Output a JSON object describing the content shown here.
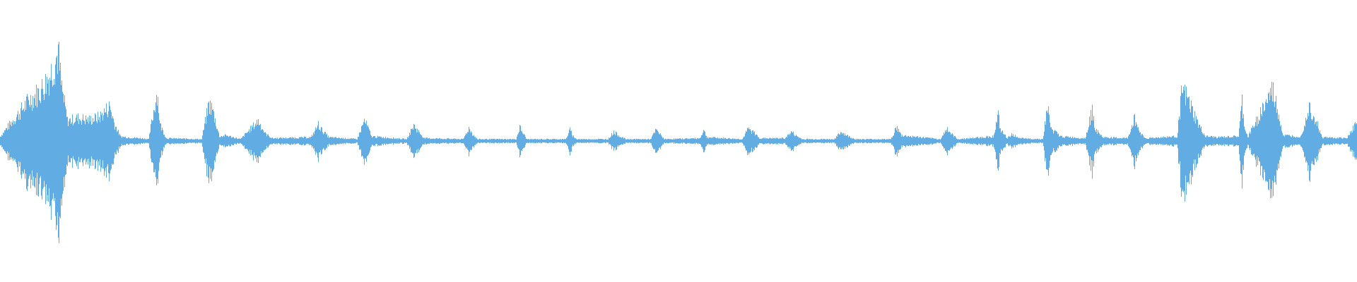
{
  "waveform": {
    "color": "#62ace4",
    "background": "#ffffff",
    "envelope": [
      [
        0,
        0.05
      ],
      [
        10,
        0.15
      ],
      [
        20,
        0.24
      ],
      [
        30,
        0.34
      ],
      [
        40,
        0.44
      ],
      [
        50,
        0.5
      ],
      [
        60,
        0.58
      ],
      [
        70,
        0.72
      ],
      [
        78,
        0.88
      ],
      [
        82,
        0.98
      ],
      [
        86,
        0.62
      ],
      [
        95,
        0.22
      ],
      [
        110,
        0.25
      ],
      [
        125,
        0.23
      ],
      [
        140,
        0.26
      ],
      [
        155,
        0.38
      ],
      [
        162,
        0.18
      ],
      [
        170,
        0.05
      ],
      [
        180,
        0.04
      ],
      [
        200,
        0.03
      ],
      [
        210,
        0.02
      ],
      [
        222,
        0.55
      ],
      [
        226,
        0.18
      ],
      [
        235,
        0.03
      ],
      [
        285,
        0.02
      ],
      [
        295,
        0.4
      ],
      [
        300,
        0.35
      ],
      [
        310,
        0.05
      ],
      [
        320,
        0.06
      ],
      [
        340,
        0.02
      ],
      [
        360,
        0.18
      ],
      [
        365,
        0.22
      ],
      [
        375,
        0.08
      ],
      [
        385,
        0.03
      ],
      [
        440,
        0.04
      ],
      [
        450,
        0.18
      ],
      [
        455,
        0.12
      ],
      [
        465,
        0.04
      ],
      [
        505,
        0.02
      ],
      [
        515,
        0.22
      ],
      [
        520,
        0.15
      ],
      [
        525,
        0.05
      ],
      [
        575,
        0.02
      ],
      [
        585,
        0.17
      ],
      [
        590,
        0.12
      ],
      [
        600,
        0.03
      ],
      [
        655,
        0.02
      ],
      [
        663,
        0.14
      ],
      [
        668,
        0.08
      ],
      [
        675,
        0.02
      ],
      [
        730,
        0.02
      ],
      [
        735,
        0.15
      ],
      [
        740,
        0.08
      ],
      [
        745,
        0.02
      ],
      [
        800,
        0.02
      ],
      [
        806,
        0.12
      ],
      [
        810,
        0.06
      ],
      [
        815,
        0.02
      ],
      [
        860,
        0.02
      ],
      [
        868,
        0.1
      ],
      [
        875,
        0.06
      ],
      [
        885,
        0.02
      ],
      [
        920,
        0.02
      ],
      [
        928,
        0.12
      ],
      [
        935,
        0.06
      ],
      [
        940,
        0.02
      ],
      [
        990,
        0.03
      ],
      [
        995,
        0.12
      ],
      [
        1000,
        0.04
      ],
      [
        1050,
        0.02
      ],
      [
        1058,
        0.13
      ],
      [
        1065,
        0.1
      ],
      [
        1075,
        0.03
      ],
      [
        1110,
        0.03
      ],
      [
        1120,
        0.1
      ],
      [
        1125,
        0.06
      ],
      [
        1135,
        0.02
      ],
      [
        1180,
        0.02
      ],
      [
        1190,
        0.1
      ],
      [
        1200,
        0.05
      ],
      [
        1210,
        0.02
      ],
      [
        1260,
        0.02
      ],
      [
        1268,
        0.15
      ],
      [
        1275,
        0.06
      ],
      [
        1330,
        0.02
      ],
      [
        1340,
        0.14
      ],
      [
        1345,
        0.08
      ],
      [
        1355,
        0.02
      ],
      [
        1405,
        0.05
      ],
      [
        1412,
        0.28
      ],
      [
        1415,
        0.12
      ],
      [
        1425,
        0.03
      ],
      [
        1432,
        0.08
      ],
      [
        1440,
        0.03
      ],
      [
        1475,
        0.02
      ],
      [
        1482,
        0.38
      ],
      [
        1486,
        0.14
      ],
      [
        1500,
        0.05
      ],
      [
        1535,
        0.03
      ],
      [
        1545,
        0.33
      ],
      [
        1550,
        0.12
      ],
      [
        1560,
        0.04
      ],
      [
        1595,
        0.03
      ],
      [
        1605,
        0.25
      ],
      [
        1612,
        0.1
      ],
      [
        1620,
        0.03
      ],
      [
        1665,
        0.05
      ],
      [
        1672,
        0.55
      ],
      [
        1680,
        0.45
      ],
      [
        1695,
        0.18
      ],
      [
        1705,
        0.05
      ],
      [
        1722,
        0.04
      ],
      [
        1752,
        0.05
      ],
      [
        1757,
        0.42
      ],
      [
        1760,
        0.18
      ],
      [
        1765,
        0.04
      ],
      [
        1788,
        0.38
      ],
      [
        1800,
        0.55
      ],
      [
        1808,
        0.32
      ],
      [
        1815,
        0.06
      ],
      [
        1840,
        0.05
      ],
      [
        1852,
        0.38
      ],
      [
        1862,
        0.22
      ],
      [
        1870,
        0.04
      ],
      [
        1905,
        0.03
      ],
      [
        1912,
        0.12
      ],
      [
        1918,
        0.18
      ],
      [
        1920,
        0.2
      ]
    ]
  }
}
